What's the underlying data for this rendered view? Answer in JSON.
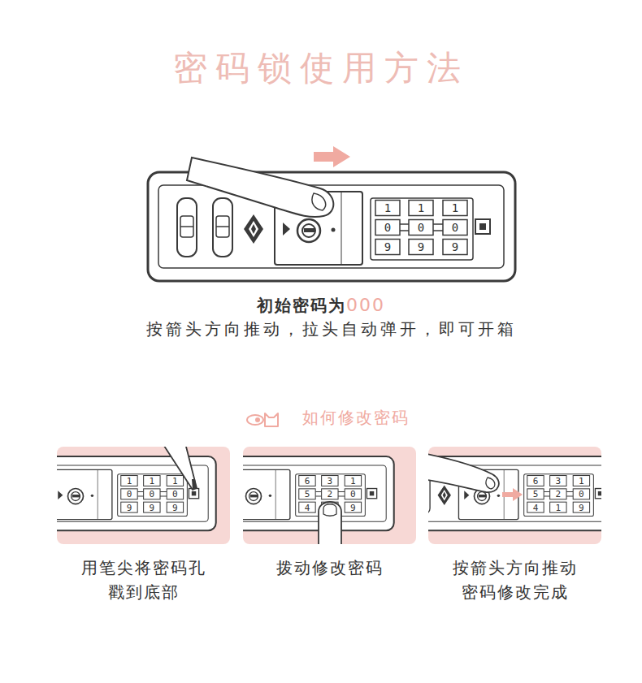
{
  "diagram": {
    "title": "密码锁使用方法",
    "nodes": [
      {
        "text": [
          "用笔尖将密码孔 戳到底部"
        ]
      },
      {
        "text": [
          "拨动修改密码"
        ]
      },
      {
        "text": [
          "按箭头方向推动 密码修改完成"
        ]
      }
    ],
    "labels": [
      "1",
      "1",
      "1",
      "0",
      "0",
      "0",
      "9",
      "9",
      "9",
      "初始密码为",
      "000",
      "按箭头方向推动，拉头自动弹开，即可开箱",
      "如何修改密码",
      "1",
      "1",
      "1",
      "0",
      "0",
      "0",
      "9",
      "9",
      "9",
      "6",
      "3",
      "1",
      "5",
      "2",
      "0",
      "4",
      "9",
      "6",
      "3",
      "1",
      "5",
      "2",
      "0",
      "4",
      "1",
      "9"
    ]
  }
}
